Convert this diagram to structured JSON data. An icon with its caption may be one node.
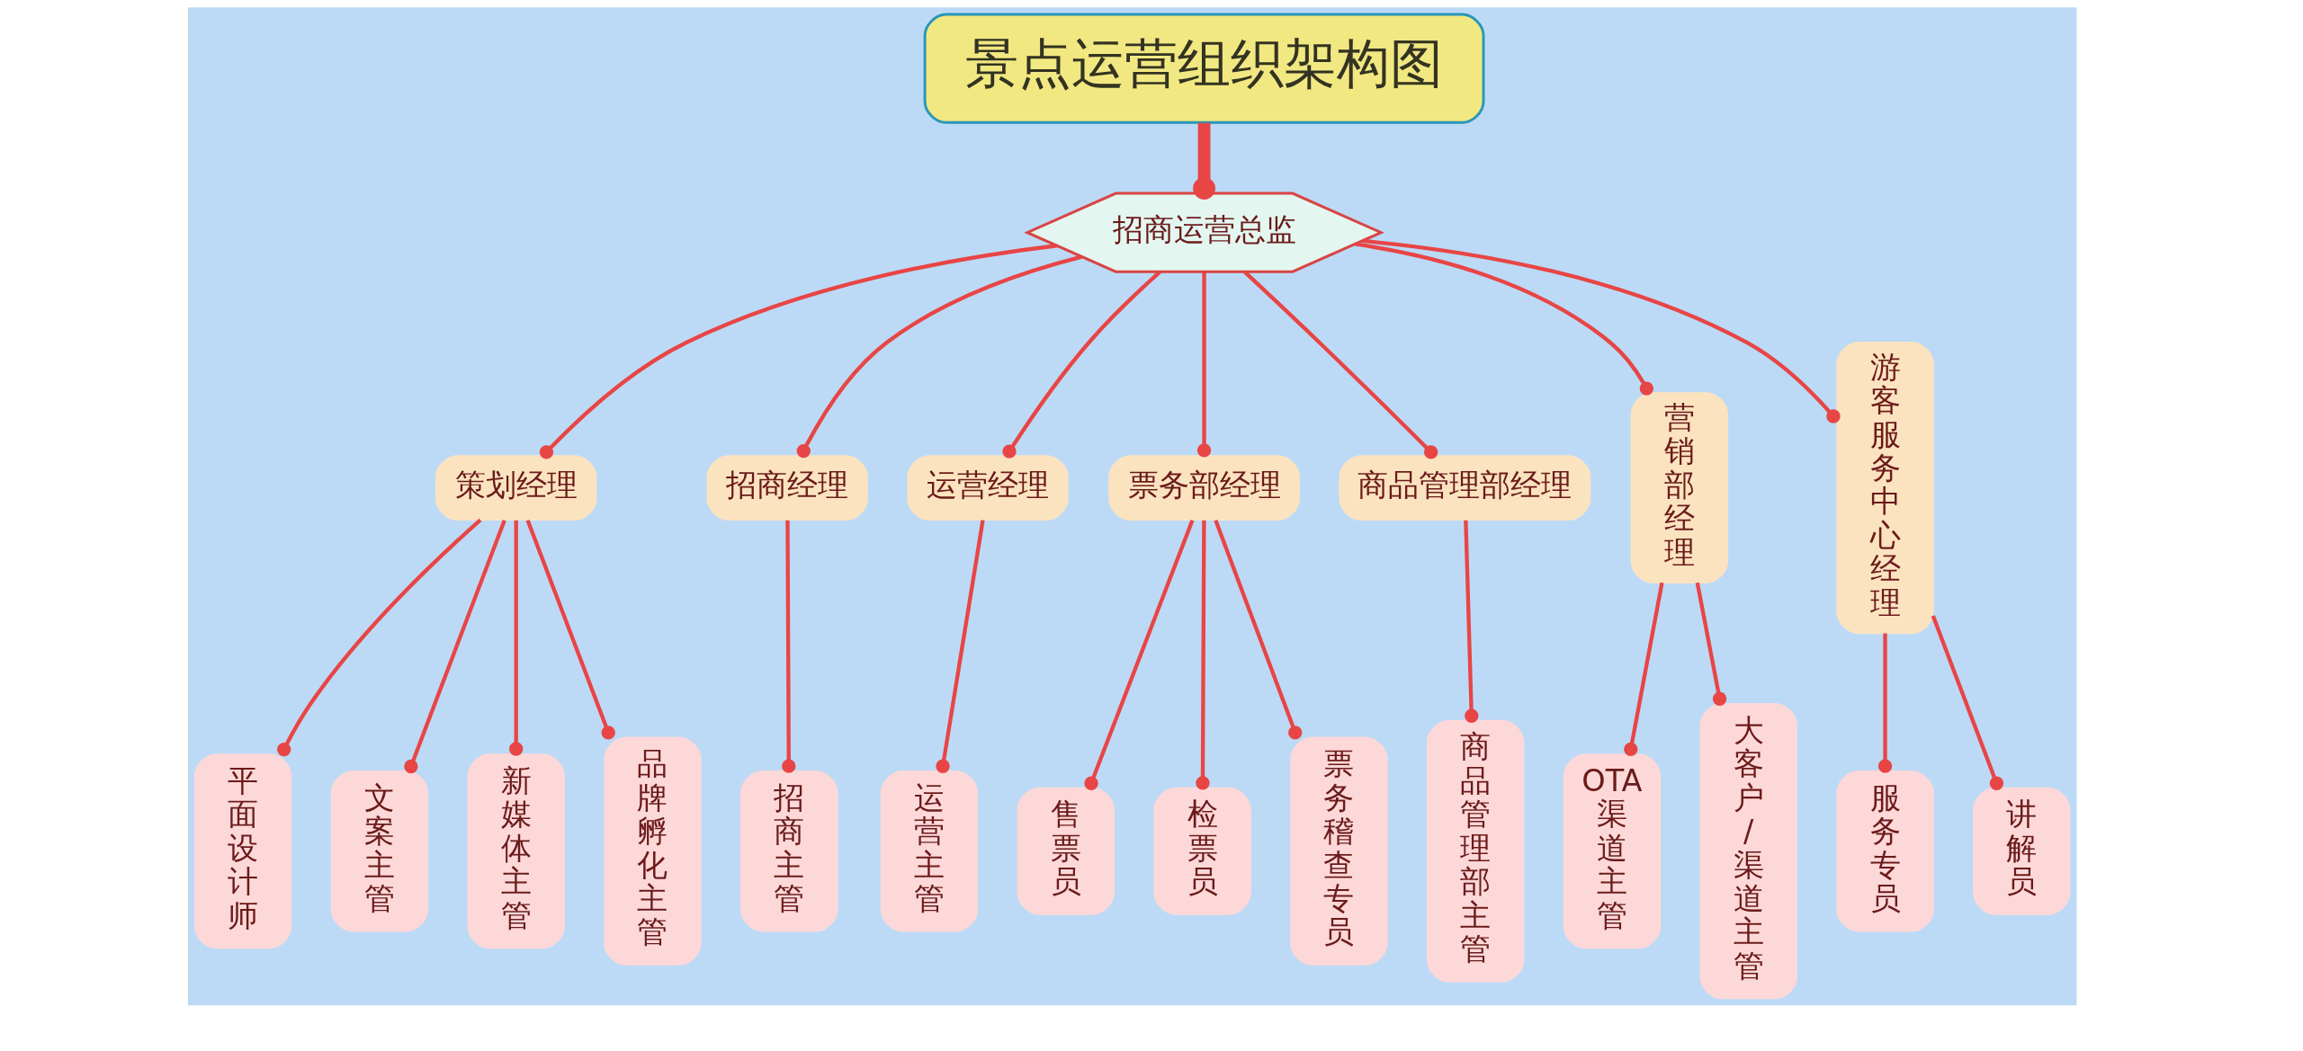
{
  "diagram": {
    "nodes": [
      {
        "text": [
          "景点运营组织架构图"
        ]
      },
      {
        "text": [
          "招商运营总监"
        ]
      },
      {
        "text": [
          "策划经理"
        ]
      },
      {
        "text": [
          "平面设计师"
        ]
      },
      {
        "text": [
          "文案主管"
        ]
      },
      {
        "text": [
          "新媒体主管"
        ]
      },
      {
        "text": [
          "品牌孵化主管"
        ]
      },
      {
        "text": [
          "招商经理"
        ]
      },
      {
        "text": [
          "招商主管"
        ]
      },
      {
        "text": [
          "运营经理"
        ]
      },
      {
        "text": [
          "运营主管"
        ]
      },
      {
        "text": [
          "票务部经理"
        ]
      },
      {
        "text": [
          "售票员"
        ]
      },
      {
        "text": [
          "检票员"
        ]
      },
      {
        "text": [
          "票务稽查专员"
        ]
      },
      {
        "text": [
          "商品管理部经理"
        ]
      },
      {
        "text": [
          "商品管理部主管"
        ]
      },
      {
        "text": [
          "营销部经理"
        ]
      },
      {
        "text": [
          "OTA渠道主管"
        ]
      },
      {
        "text": [
          "大客户/渠道主管"
        ]
      },
      {
        "text": [
          "游客服务中心经理"
        ]
      },
      {
        "text": [
          "服务专员"
        ]
      },
      {
        "text": [
          "讲解员"
        ]
      }
    ],
    "edges": [
      {
        "from": 0,
        "to": 1,
        "arrow": "other",
        "style": "thick"
      },
      {
        "from": 1,
        "to": 2,
        "arrow": "other"
      },
      {
        "from": 1,
        "to": 7,
        "arrow": "other"
      },
      {
        "from": 1,
        "to": 9,
        "arrow": "other"
      },
      {
        "from": 1,
        "to": 11,
        "arrow": "other"
      },
      {
        "from": 1,
        "to": 15,
        "arrow": "other"
      },
      {
        "from": 1,
        "to": 17,
        "arrow": "other"
      },
      {
        "from": 1,
        "to": 20,
        "arrow": "other"
      },
      {
        "from": 2,
        "to": 3,
        "arrow": "other"
      },
      {
        "from": 2,
        "to": 4,
        "arrow": "other"
      },
      {
        "from": 2,
        "to": 5,
        "arrow": "other"
      },
      {
        "from": 2,
        "to": 6,
        "arrow": "other"
      },
      {
        "from": 7,
        "to": 8,
        "arrow": "other"
      },
      {
        "from": 9,
        "to": 10,
        "arrow": "other"
      },
      {
        "from": 11,
        "to": 12,
        "arrow": "other"
      },
      {
        "from": 11,
        "to": 13,
        "arrow": "other"
      },
      {
        "from": 11,
        "to": 14,
        "arrow": "other"
      },
      {
        "from": 15,
        "to": 16,
        "arrow": "other"
      },
      {
        "from": 17,
        "to": 18,
        "arrow": "other"
      },
      {
        "from": 17,
        "to": 19,
        "arrow": "other"
      },
      {
        "from": 20,
        "to": 21,
        "arrow": "other"
      },
      {
        "from": 20,
        "to": 22,
        "arrow": "other"
      }
    ]
  }
}
